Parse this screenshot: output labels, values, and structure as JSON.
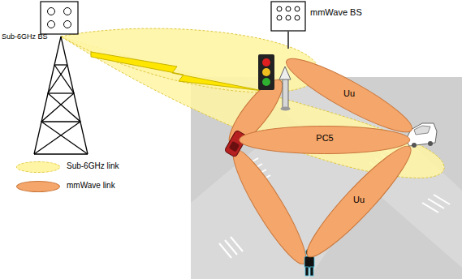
{
  "diagram": {
    "nodes": [
      {
        "text": [
          "Uu"
        ]
      },
      {
        "text": [
          "PC5"
        ]
      },
      {
        "text": [
          "Uu"
        ]
      }
    ],
    "labels": [
      "Sub-6GHz BS",
      "mmWave BS"
    ],
    "legend": [
      {
        "text": "Sub-6GHz link",
        "color": "#fff5a5"
      },
      {
        "text": "mmWave link",
        "color": "#f5a66a"
      }
    ]
  }
}
